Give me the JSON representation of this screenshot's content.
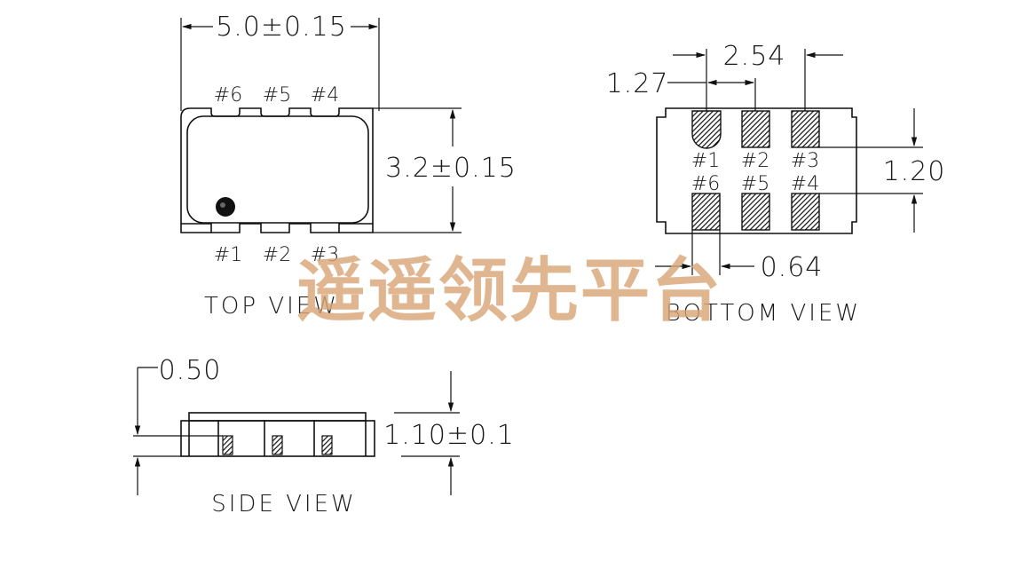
{
  "top_view": {
    "width_dim": "5.0±0.15",
    "height_dim": "3.2±0.15",
    "pins_top": [
      "#6",
      "#5",
      "#4"
    ],
    "pins_bottom": [
      "#1",
      "#2",
      "#3"
    ],
    "title": "TOP  VIEW"
  },
  "bottom_view": {
    "pitch_dim": "2.54",
    "offset_dim": "1.27",
    "gap_dim": "1.20",
    "pad_width_dim": "0.64",
    "pins_row1": [
      "#1",
      "#2",
      "#3"
    ],
    "pins_row2": [
      "#6",
      "#5",
      "#4"
    ],
    "title": "BOTTOM  VIEW"
  },
  "side_view": {
    "pad_height_dim": "0.50",
    "height_dim": "1.10±0.1",
    "title": "SIDE  VIEW"
  },
  "watermark": {
    "text": "遥遥领先平台",
    "color": "#d9a677"
  }
}
